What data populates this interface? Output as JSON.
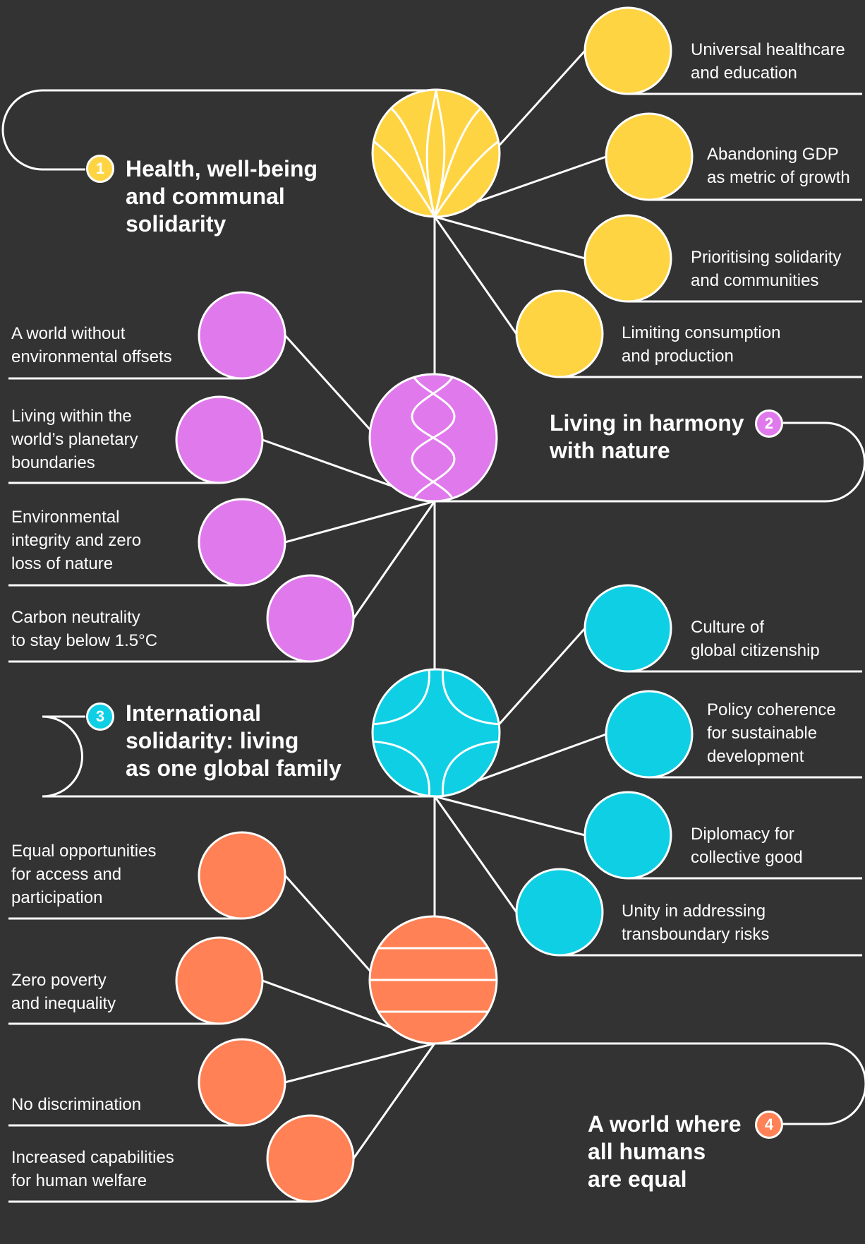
{
  "colors": {
    "background": "#333333",
    "line": "#ffffff",
    "yellow": "#FFD442",
    "purple": "#E07AEC",
    "cyan": "#0ECFE4",
    "orange": "#FF8155"
  },
  "themes": [
    {
      "number": "1",
      "title": "Health, well-being\nand communal\nsolidarity",
      "color": "#FFD442",
      "icon": "petal-icon",
      "items": [
        "Universal healthcare\nand education",
        "Abandoning GDP\nas metric of growth",
        "Prioritising solidarity\nand communities",
        "Limiting consumption\nand production"
      ]
    },
    {
      "number": "2",
      "title": "Living in harmony\nwith nature",
      "color": "#E07AEC",
      "icon": "wave-icon",
      "items": [
        "A world without\nenvironmental offsets",
        "Living within the\nworld’s planetary\nboundaries",
        "Environmental\nintegrity and zero\nloss of nature",
        "Carbon neutrality\nto stay below 1.5°C"
      ]
    },
    {
      "number": "3",
      "title": "International\nsolidarity: living\nas one global family",
      "color": "#0ECFE4",
      "icon": "globe-curves-icon",
      "items": [
        "Culture of\nglobal citizenship",
        "Policy coherence\nfor sustainable\ndevelopment",
        "Diplomacy for\ncollective good",
        "Unity in addressing\ntransboundary risks"
      ]
    },
    {
      "number": "4",
      "title": "A world where\nall humans\nare equal",
      "color": "#FF8155",
      "icon": "stripes-icon",
      "items": [
        "Equal opportunities\nfor access and\nparticipation",
        "Zero poverty\nand inequality",
        "No discrimination",
        "Increased capabilities\nfor human welfare"
      ]
    }
  ]
}
